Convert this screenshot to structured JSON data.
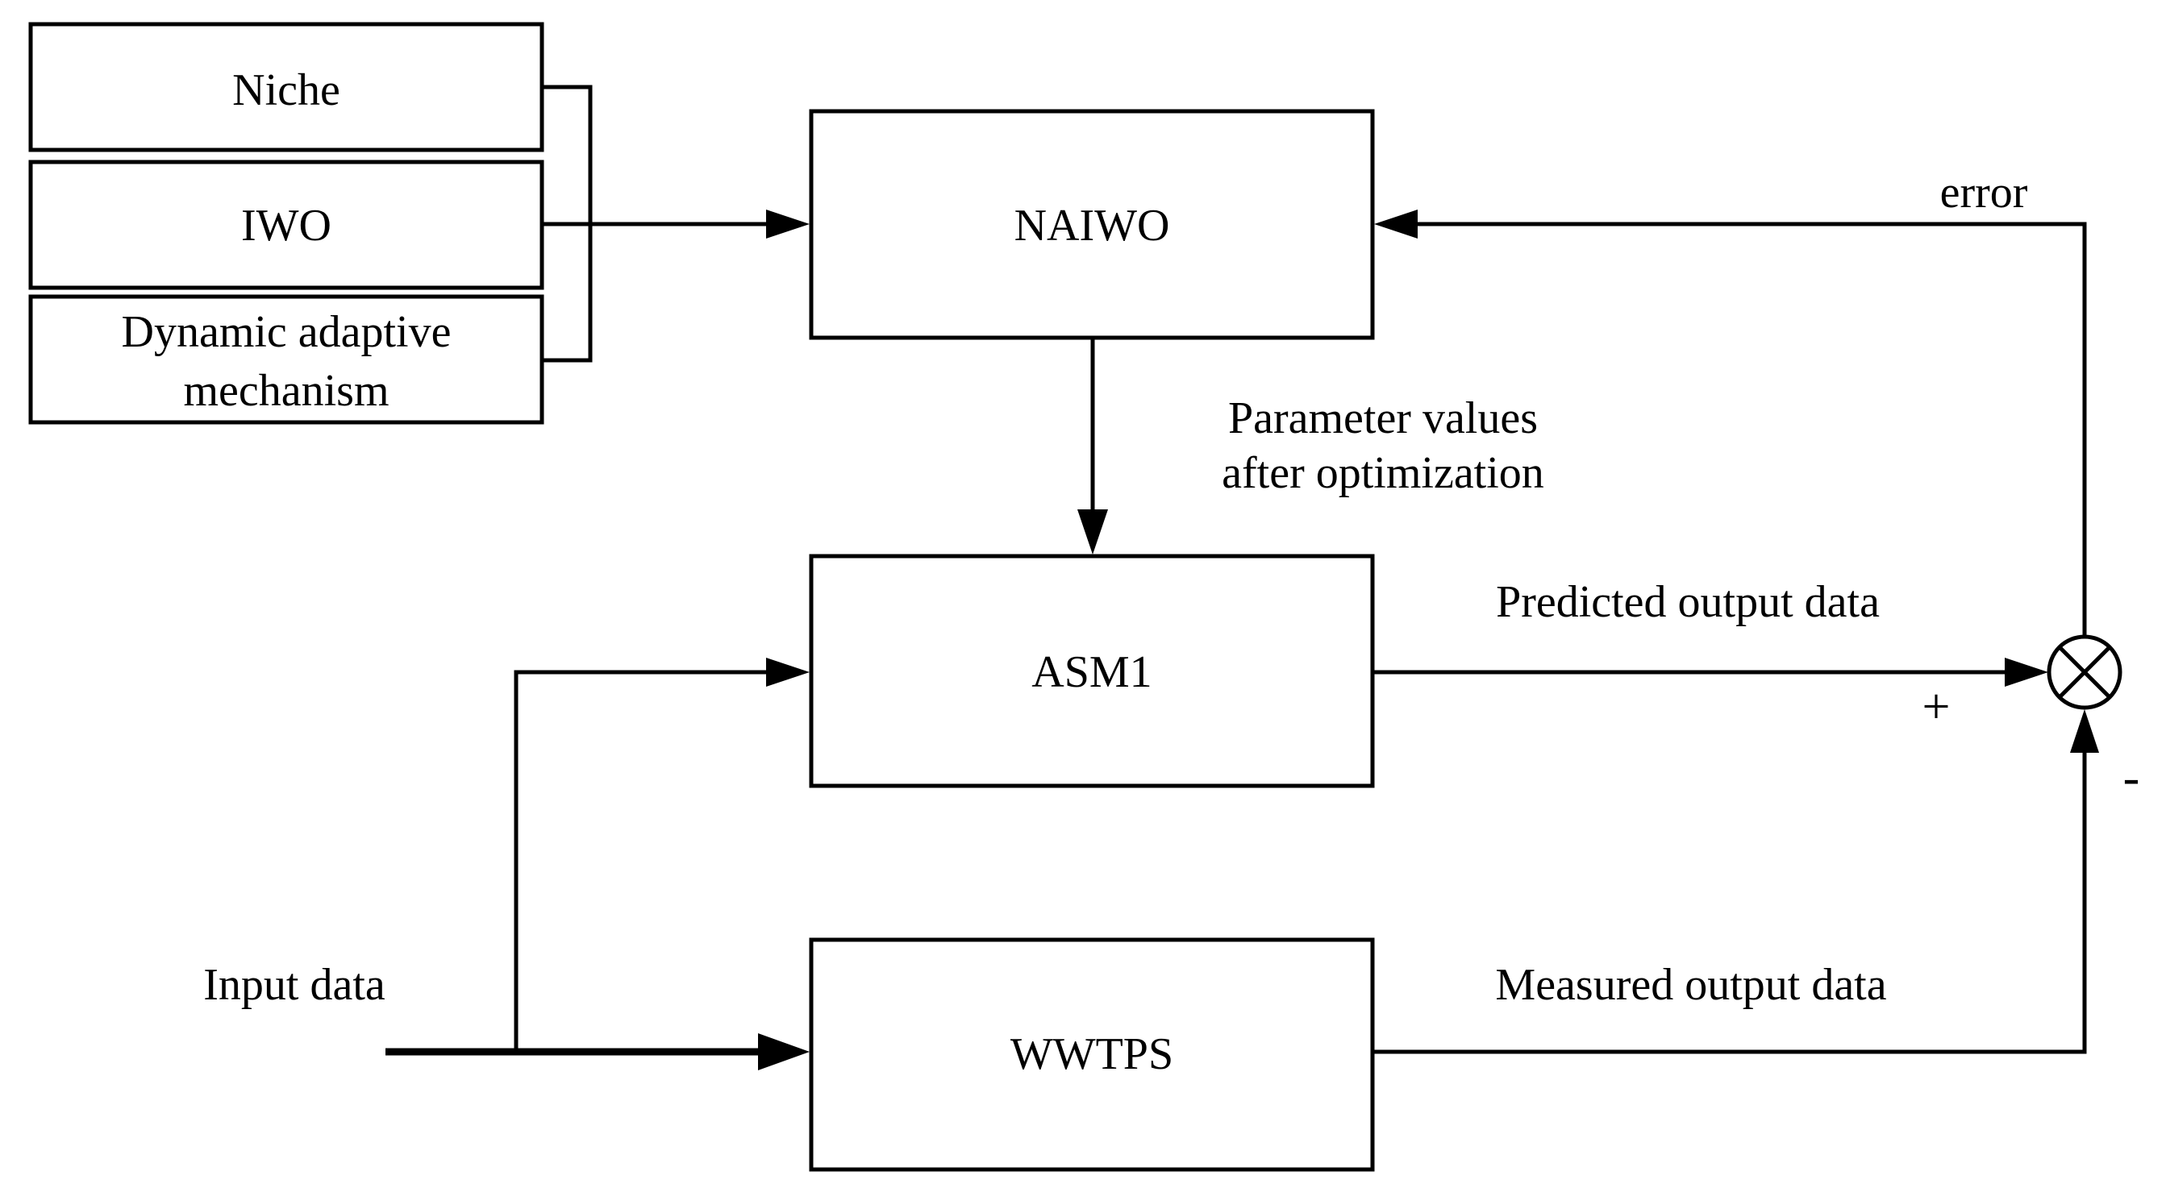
{
  "blocks": {
    "niche": "Niche",
    "iwo": "IWO",
    "dynamic_line1": "Dynamic adaptive",
    "dynamic_line2": "mechanism",
    "naiwo": "NAIWO",
    "asm1": "ASM1",
    "wwtps": "WWTPS"
  },
  "labels": {
    "error": "error",
    "parameter_line1": "Parameter values",
    "parameter_line2": "after optimization",
    "predicted": "Predicted output data",
    "measured": "Measured output data",
    "input": "Input data",
    "plus": "+",
    "minus": "-"
  },
  "colors": {
    "stroke": "#000000",
    "background": "#ffffff"
  }
}
